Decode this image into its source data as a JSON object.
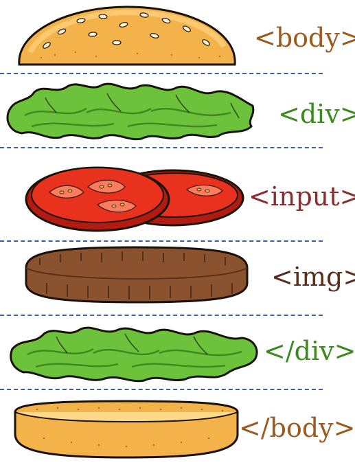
{
  "colors": {
    "divider": "#3a5fa0",
    "outline": "#1a1208",
    "bun": "#f4b24a",
    "bun_light": "#ffd98a",
    "sesame": "#fff6d8",
    "lettuce": "#6cc23a",
    "lettuce_dark": "#3f8a1e",
    "tomato": "#e8321e",
    "tomato_dark": "#b21c10",
    "seed": "#f3b24a",
    "patty": "#8b5230",
    "patty_dark": "#5b3018"
  },
  "layers": [
    {
      "name": "top-bun",
      "tag": "<body>",
      "tag_color": "#9b5a1e"
    },
    {
      "name": "lettuce-top",
      "tag": "<div>",
      "tag_color": "#3b8a1f"
    },
    {
      "name": "tomato",
      "tag": "<input>",
      "tag_color": "#8c2d2d"
    },
    {
      "name": "patty",
      "tag": "<img>",
      "tag_color": "#5a2e1f"
    },
    {
      "name": "lettuce-bottom",
      "tag": "</div>",
      "tag_color": "#3b8a1f"
    },
    {
      "name": "bottom-bun",
      "tag": "</body>",
      "tag_color": "#9b5a1e"
    }
  ]
}
